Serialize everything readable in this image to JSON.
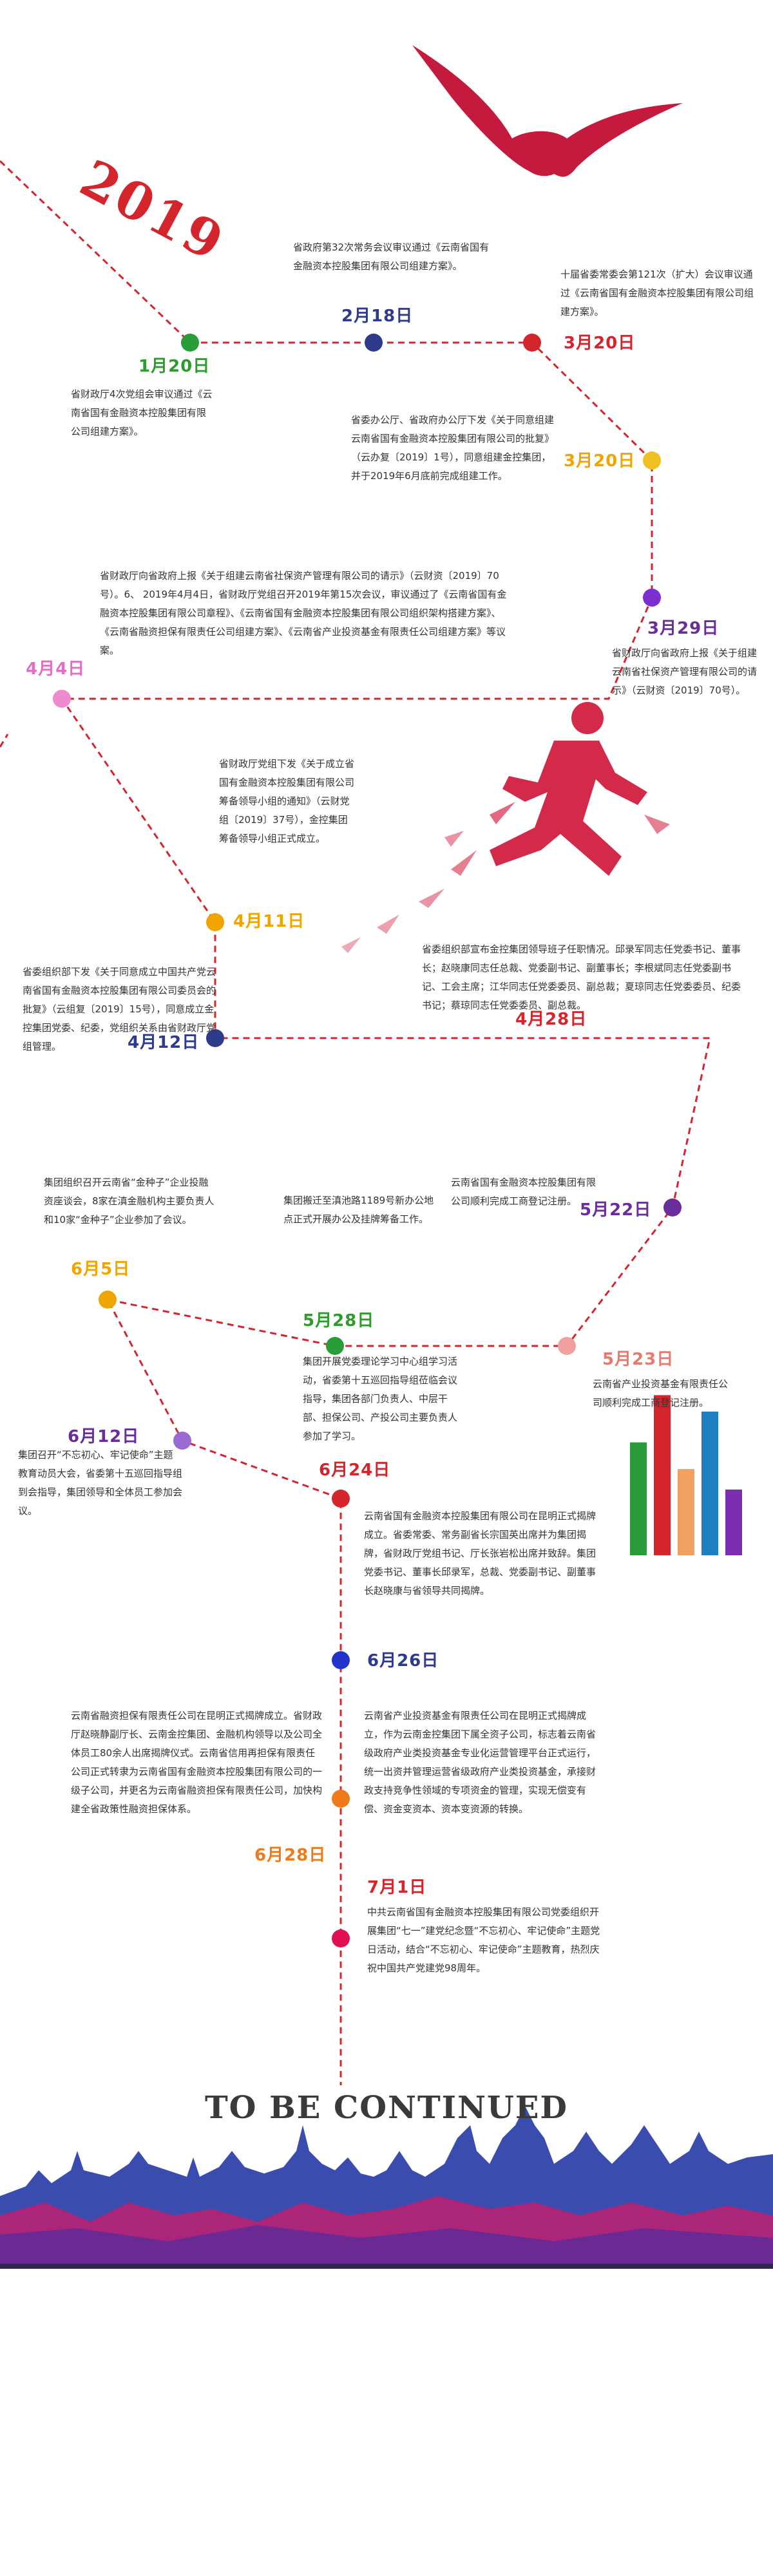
{
  "year_label": "2019",
  "closing_text": "TO BE CONTINUED",
  "colors": {
    "timeline": "#d4252d",
    "bird": "#c41a3d",
    "runner": "#d42a4a"
  },
  "events": [
    {
      "date": "1月20日",
      "text": "省财政厅4次党组会审议通过《云南省国有金融资本控股集团有限公司组建方案》。",
      "color": "#2a9d3a"
    },
    {
      "date": "2月18日",
      "text": "省政府第32次常务会议审议通过《云南省国有金融资本控股集团有限公司组建方案》。",
      "color": "#2e3a8c"
    },
    {
      "date": "3月20日",
      "text": "十届省委常委会第121次（扩大）会议审议通过《云南省国有金融资本控股集团有限公司组建方案》。",
      "color": "#d4252d"
    },
    {
      "date": "3月20日",
      "text": "省委办公厅、省政府办公厅下发《关于同意组建云南省国有金融资本控股集团有限公司的批复》（云办复〔2019〕1号），同意组建金控集团，并于2019年6月底前完成组建工作。",
      "color": "#f0c020"
    },
    {
      "date": "3月29日",
      "text": "省财政厅向省政府上报《关于组建云南省社保资产管理有限公司的请示》（云财资〔2019〕70号）。",
      "color": "#7b2fd0"
    },
    {
      "date": "4月4日",
      "text": "省财政厅向省政府上报《关于组建云南省社保资产管理有限公司的请示》（云财资〔2019〕70号）。6、 2019年4月4日，省财政厅党组召开2019年第15次会议，审议通过了《云南省国有金融资本控股集团有限公司章程》、《云南省国有金融资本控股集团有限公司组织架构搭建方案》、《云南省融资担保有限责任公司组建方案》、《云南省产业投资基金有限责任公司组建方案》等议案。",
      "color": "#f08ad0"
    },
    {
      "date": "4月11日",
      "text": "省财政厅党组下发《关于成立省国有金融资本控股集团有限公司筹备领导小组的通知》（云财党组〔2019〕37号），金控集团筹备领导小组正式成立。",
      "color": "#f0a400"
    },
    {
      "date": "4月12日",
      "text": "省委组织部下发《关于同意成立中国共产党云南省国有金融资本控股集团有限公司委员会的批复》（云组复〔2019〕15号），同意成立金控集团党委、纪委，党组织关系由省财政厅党组管理。",
      "color": "#2e3a8c"
    },
    {
      "date": "4月28日",
      "text": "省委组织部宣布金控集团领导班子任职情况。邱录军同志任党委书记、董事长；赵晓康同志任总裁、党委副书记、副董事长；李根斌同志任党委副书记、工会主席；江华同志任党委委员、副总裁；夏琼同志任党委委员、纪委书记；蔡琼同志任党委委员、副总裁。",
      "color": "#d4252d"
    },
    {
      "date": "5月22日",
      "text": "云南省国有金融资本控股集团有限公司顺利完成工商登记注册。",
      "color": "#6a2d9b"
    },
    {
      "date": "5月23日",
      "text": "云南省产业投资基金有限责任公司顺利完成工商登记注册。",
      "color": "#f0a0a0"
    },
    {
      "date": "5月28日",
      "text": "集团搬迁至滇池路1189号新办公地点正式开展办公及挂牌筹备工作。",
      "color": "#2a9d3a"
    },
    {
      "date": "6月5日",
      "text": "集团组织召开云南省“金种子”企业投融资座谈会，8家在滇金融机构主要负责人和10家“金种子”企业参加了会议。",
      "color": "#f0a400"
    },
    {
      "date": "6月12日",
      "text": "集团召开“不忘初心、牢记使命”主题教育动员大会，省委第十五巡回指导组到会指导，集团领导和全体员工参加会议。",
      "color": "#9b6ad0"
    },
    {
      "date": "6月24日",
      "text": "集团开展党委理论学习中心组学习活动，省委第十五巡回指导组莅临会议指导，集团各部门负责人、中层干部、担保公司、产投公司主要负责人参加了学习。",
      "color": "#d4252d"
    },
    {
      "date": "6月26日",
      "text": "云南省国有金融资本控股集团有限公司在昆明正式揭牌成立。省委常委、常务副省长宗国英出席并为集团揭牌，省财政厅党组书记、厅长张岩松出席并致辞。集团党委书记、董事长邱录军，总裁、党委副书记、副董事长赵晓康与省领导共同揭牌。",
      "color": "#2233cc"
    },
    {
      "date": "6月28日",
      "text": "云南省产业投资基金有限责任公司在昆明正式揭牌成立，作为云南金控集团下属全资子公司，标志着云南省级政府产业类投资基金专业化运营管理平台正式运行，统一出资并管理运营省级政府产业类投资基金，承接财政支持竞争性领域的专项资金的管理，实现无偿变有偿、资金变资本、资本变资源的转换。",
      "color": "#ee7a1a"
    },
    {
      "date": "6月28日",
      "text": "云南省融资担保有限责任公司在昆明正式揭牌成立。省财政厅赵晓静副厅长、云南金控集团、金融机构领导以及公司全体员工80余人出席揭牌仪式。云南省信用再担保有限责任公司正式转隶为云南省国有金融资本控股集团有限公司的一级子公司，并更名为云南省融资担保有限责任公司，加快构建全省政策性融资担保体系。",
      "color": "#ee7a1a"
    },
    {
      "date": "7月1日",
      "text": "中共云南省国有金融资本控股集团有限公司党委组织开展集团“七一”建党纪念暨“不忘初心、牢记使命”主题党日活动，结合“不忘初心、牢记使命”主题教育，热烈庆祝中国共产党建党98周年。",
      "color": "#e01050"
    }
  ],
  "bar_chart_data": {
    "type": "bar",
    "values": [
      55,
      78,
      42,
      70,
      32
    ],
    "colors": [
      "#2a9d3a",
      "#d4252d",
      "#f0a060",
      "#1f7fc0",
      "#7b2fb0"
    ]
  }
}
